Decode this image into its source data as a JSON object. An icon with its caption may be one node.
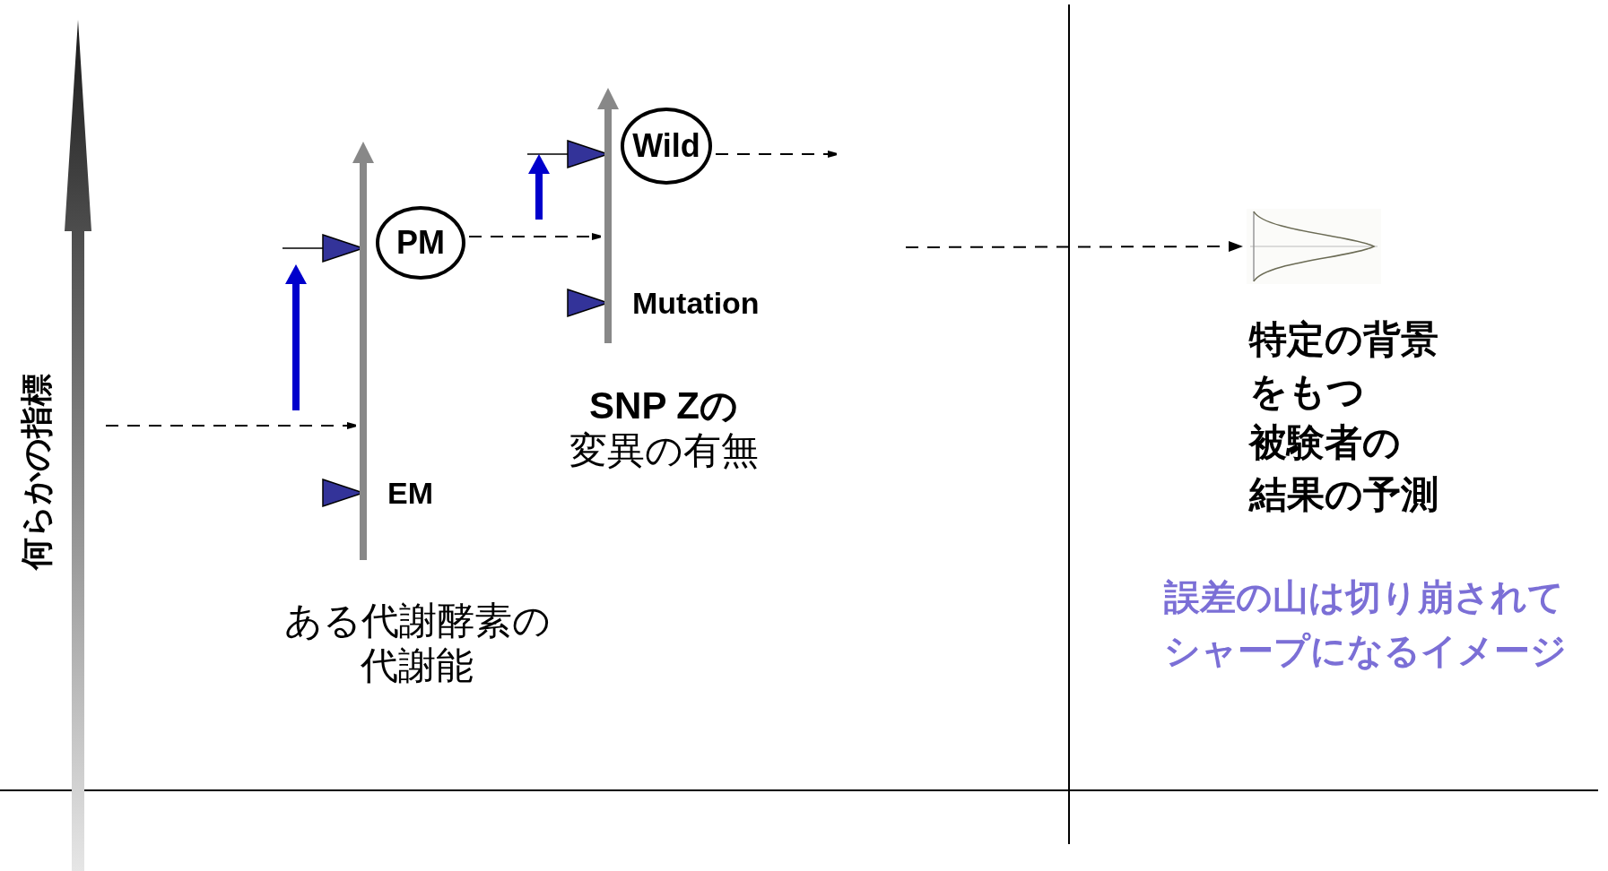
{
  "diagram": {
    "nodes": [
      {
        "text": [
          "PM"
        ]
      },
      {
        "text": [
          "Wild"
        ]
      },
      {
        "text": [],
        "shape": "picture"
      },
      {
        "text": [],
        "shape": "bar"
      },
      {
        "text": [],
        "shape": "bar"
      }
    ],
    "edges": [
      {
        "from": 0,
        "to": 4,
        "arrow": "to",
        "style": "dashed"
      },
      {
        "from": 1,
        "to": null,
        "arrow": "to",
        "style": "dashed"
      },
      {
        "from": null,
        "to": 2,
        "arrow": "to",
        "style": "dashed"
      },
      {
        "from": null,
        "to": 3,
        "arrow": "to",
        "style": "dashed"
      }
    ],
    "labels": [
      "何らかの指標",
      "Mutation",
      "**SNP Zの**変異の有無",
      "EM",
      "ある代謝酵素の代謝能",
      "特定の背景をもつ被験者の結果の予測",
      "誤差の山は切り崩されてシャープになるイメージ"
    ]
  }
}
